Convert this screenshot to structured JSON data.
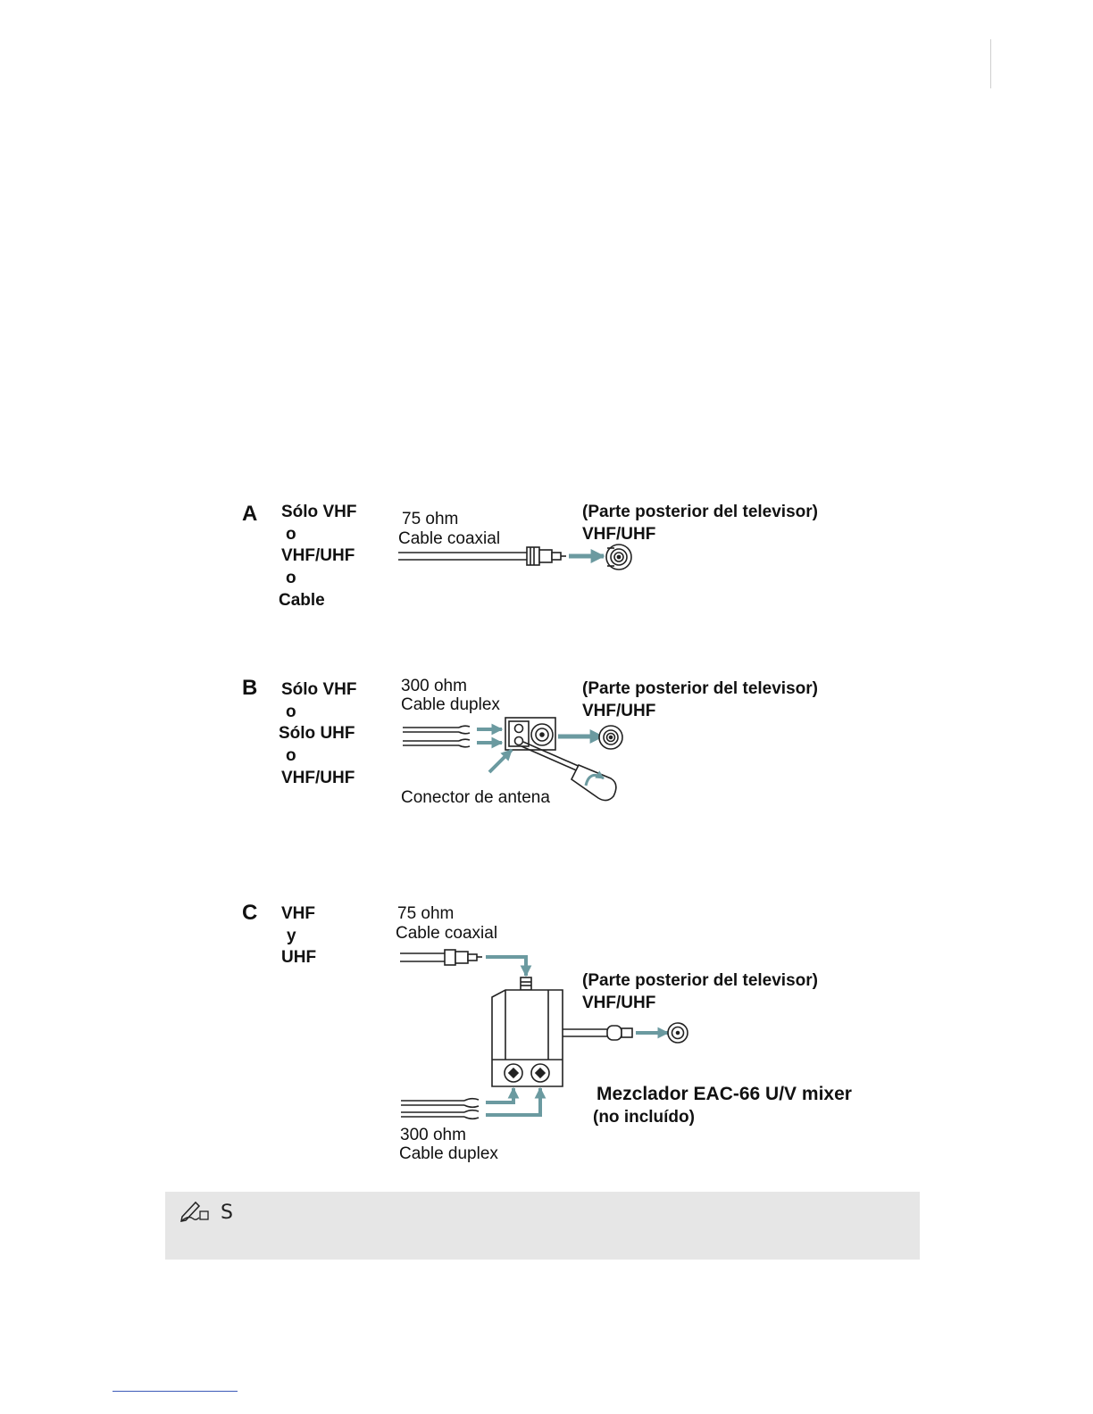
{
  "accent_color": "#6b9aa0",
  "diagram_a": {
    "letter": "A",
    "options": [
      "Sólo VHF",
      "o",
      "VHF/UHF",
      "o",
      "Cable"
    ],
    "cable_ohm": "75 ohm",
    "cable_type": "Cable coaxial",
    "tv_back": "(Parte posterior del televisor)",
    "tv_input": "VHF/UHF"
  },
  "diagram_b": {
    "letter": "B",
    "options": [
      "Sólo VHF",
      "o",
      "Sólo UHF",
      "o",
      "VHF/UHF"
    ],
    "cable_ohm": "300 ohm",
    "cable_type": "Cable duplex",
    "tv_back": "(Parte posterior del televisor)",
    "tv_input": "VHF/UHF",
    "connector_label": "Conector de antena"
  },
  "diagram_c": {
    "letter": "C",
    "options": [
      "VHF",
      "y",
      "UHF"
    ],
    "coax_ohm": "75 ohm",
    "coax_type": "Cable coaxial",
    "tv_back": "(Parte posterior del televisor)",
    "tv_input": "VHF/UHF",
    "mixer_name": "Mezclador EAC-66 U/V mixer",
    "mixer_note": "(no incluído)",
    "duplex_ohm": "300 ohm",
    "duplex_type": "Cable duplex"
  },
  "note": {
    "icon": "pencil-note-icon",
    "text": "S"
  }
}
